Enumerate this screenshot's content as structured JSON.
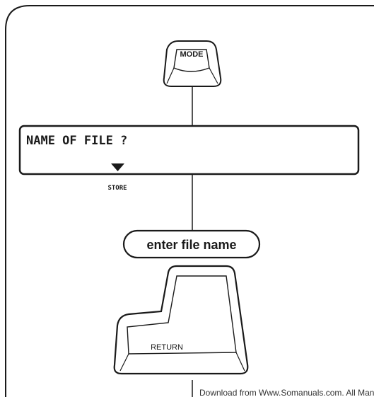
{
  "mode_key": {
    "label": "MODE"
  },
  "display": {
    "text": "NAME OF FILE ?",
    "indicator_label": "STORE"
  },
  "step": {
    "label": "enter file name"
  },
  "return_key": {
    "label": "RETURN"
  },
  "footer": {
    "text": "Download from Www.Somanuals.com. All Manuals Search And Download."
  },
  "colors": {
    "ink": "#1a1a1a",
    "paper": "#ffffff"
  }
}
